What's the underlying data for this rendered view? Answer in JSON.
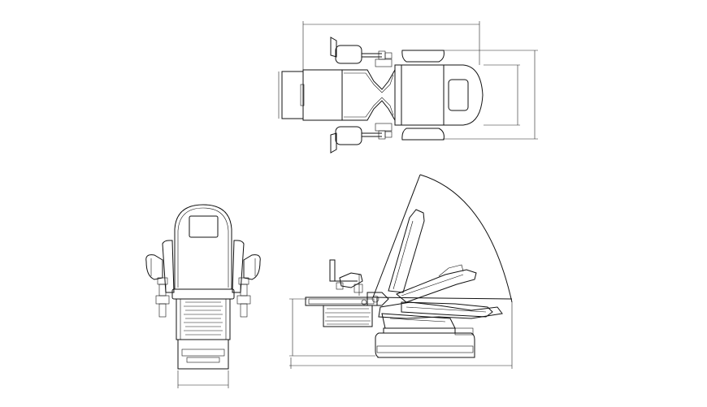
{
  "drawing": {
    "views": [
      "top-view",
      "front-view",
      "side-view"
    ],
    "dimension_labels": {
      "top_overall_length": "",
      "top_overall_width": "",
      "top_inner_width": "",
      "top_seat_depth": "",
      "front_base_width": "",
      "side_base_length": "",
      "side_height": "",
      "side_recline_radius": ""
    }
  }
}
